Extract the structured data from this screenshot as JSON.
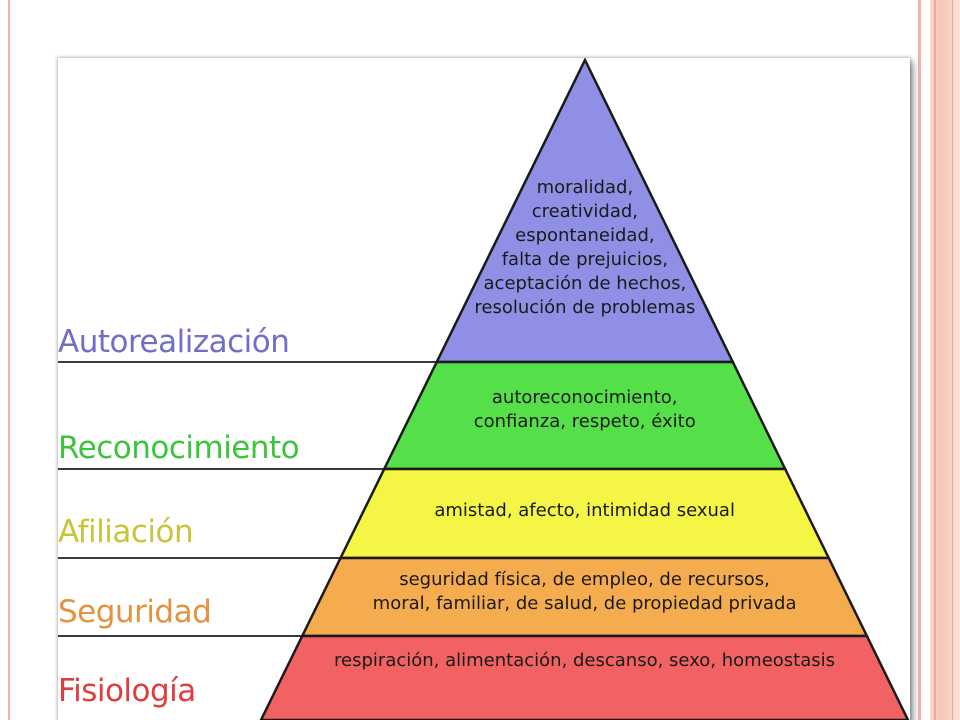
{
  "pyramid": {
    "levels": [
      {
        "name": "Autorealización",
        "color": "#6f6fc8",
        "fill": "#8f8fe6",
        "lines": [
          "moralidad,",
          "creatividad,",
          "espontaneidad,",
          "falta de prejuicios,",
          "aceptación de hechos,",
          "resolución de problemas"
        ]
      },
      {
        "name": "Reconocimiento",
        "color": "#3cc43c",
        "fill": "#55e04a",
        "lines": [
          "autoreconocimiento,",
          "confianza, respeto, éxito"
        ]
      },
      {
        "name": "Afiliación",
        "color": "#c9c53a",
        "fill": "#f4f545",
        "lines": [
          "amistad, afecto, intimidad sexual"
        ]
      },
      {
        "name": "Seguridad",
        "color": "#e3923f",
        "fill": "#f5ac4e",
        "lines": [
          "seguridad física, de empleo, de recursos,",
          "moral, familiar, de salud, de propiedad privada"
        ]
      },
      {
        "name": "Fisiología",
        "color": "#e23c3c",
        "fill": "#f26262",
        "lines": [
          "respiración, alimentación, descanso, sexo, homeostasis"
        ]
      }
    ]
  }
}
